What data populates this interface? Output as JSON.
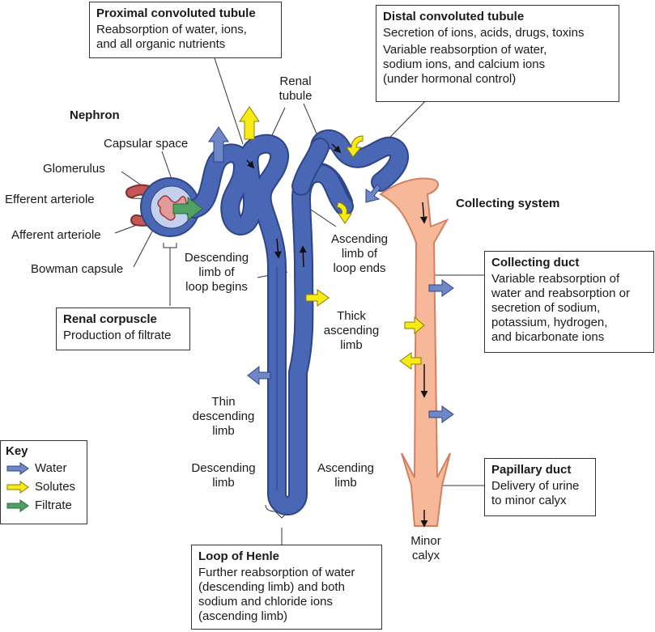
{
  "title": "Nephron",
  "colors": {
    "tubule": "#4a67b5",
    "tubule_dark": "#2e4586",
    "collecting": "#f7b89a",
    "collecting_edge": "#d47f61",
    "water_arrow": "#6f86c7",
    "solute_arrow": "#f7ea17",
    "filtrate_arrow": "#4fa163",
    "arteriole": "#b94b4b"
  },
  "labels": {
    "renal_tubule": "Renal\ntubule",
    "capsular_space": "Capsular space",
    "glomerulus": "Glomerulus",
    "efferent_arteriole": "Efferent arteriole",
    "afferent_arteriole": "Afferent arteriole",
    "bowman_capsule": "Bowman capsule",
    "descending_limb_begins": "Descending\nlimb of\nloop begins",
    "ascending_limb_ends": "Ascending\nlimb of\nloop ends",
    "thick_ascending": "Thick\nascending\nlimb",
    "thin_descending": "Thin\ndescending\nlimb",
    "descending_limb": "Descending\nlimb",
    "ascending_limb": "Ascending\nlimb",
    "collecting_system": "Collecting system",
    "minor_calyx": "Minor\ncalyx"
  },
  "boxes": {
    "proximal": {
      "title": "Proximal convoluted tubule",
      "desc": "Reabsorption of water, ions,\nand all organic nutrients"
    },
    "distal": {
      "title": "Distal convoluted tubule",
      "desc1": "Secretion of ions, acids, drugs, toxins",
      "desc2": "Variable reabsorption of water,\nsodium ions, and calcium ions\n(under hormonal control)"
    },
    "renal_corpuscle": {
      "title": "Renal corpuscle",
      "desc": "Production of filtrate"
    },
    "collecting_duct": {
      "title": "Collecting duct",
      "desc": "Variable reabsorption of\nwater and reabsorption or\nsecretion of sodium,\npotassium, hydrogen,\nand bicarbonate ions"
    },
    "papillary_duct": {
      "title": "Papillary duct",
      "desc": "Delivery of urine\nto minor calyx"
    },
    "loop_henle": {
      "title": "Loop of Henle",
      "desc": "Further reabsorption of water\n(descending limb) and both\nsodium and chloride ions\n(ascending limb)"
    }
  },
  "key": {
    "title": "Key",
    "items": [
      {
        "label": "Water",
        "color_ref": "water_arrow"
      },
      {
        "label": "Solutes",
        "color_ref": "solute_arrow"
      },
      {
        "label": "Filtrate",
        "color_ref": "filtrate_arrow"
      }
    ]
  }
}
